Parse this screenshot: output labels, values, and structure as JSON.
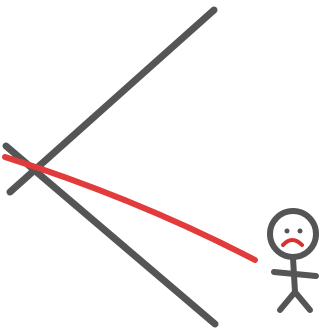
{
  "diagram": {
    "line_color": "#555555",
    "ray_color": "#e23b3b",
    "face_color": "#555555",
    "mouth_color": "#d93030",
    "figure_mood": "sad",
    "elements": [
      "upper-line",
      "lower-line",
      "red-ray",
      "stick-figure"
    ]
  }
}
